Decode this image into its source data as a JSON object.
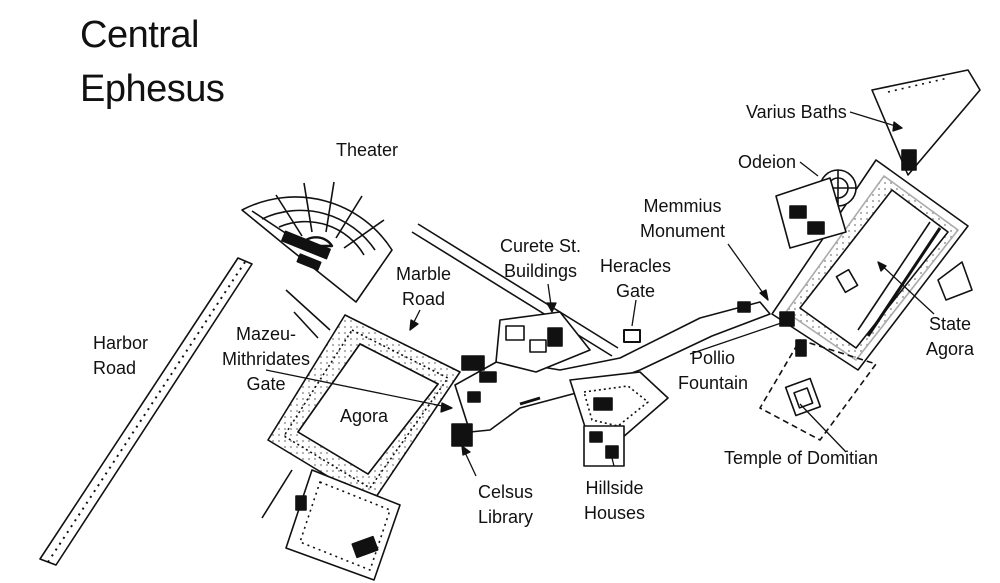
{
  "title": [
    "Central",
    "Ephesus"
  ],
  "labels": {
    "theater": [
      "Theater"
    ],
    "varius_baths": [
      "Varius Baths"
    ],
    "odeion": [
      "Odeion"
    ],
    "memmius_monument": [
      "Memmius",
      "Monument"
    ],
    "curete_st_buildings": [
      "Curete St.",
      "Buildings"
    ],
    "heracles_gate": [
      "Heracles",
      "Gate"
    ],
    "marble_road": [
      "Marble",
      "Road"
    ],
    "harbor_road": [
      "Harbor",
      "Road"
    ],
    "mazeu_mithridates_gate": [
      "Mazeu-",
      "Mithridates",
      "Gate"
    ],
    "agora": [
      "Agora"
    ],
    "state_agora": [
      "State",
      "Agora"
    ],
    "pollio_fountain": [
      "Pollio",
      "Fountain"
    ],
    "temple_of_domitian": [
      "Temple of Domitian"
    ],
    "celsus_library": [
      "Celsus",
      "Library"
    ],
    "hillside_houses": [
      "Hillside",
      "Houses"
    ]
  },
  "colors": {
    "ink": "#111111",
    "paper": "#ffffff"
  }
}
